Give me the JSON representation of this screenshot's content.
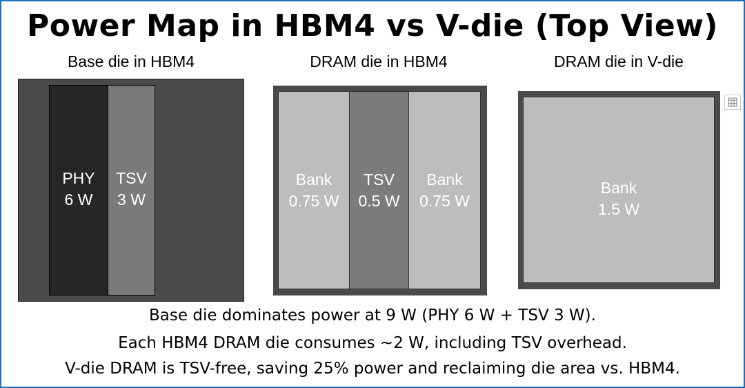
{
  "title": "Power Map in HBM4 vs V-die (Top View)",
  "panels": [
    {
      "label": "Base die in HBM4",
      "regions": [
        {
          "name": "PHY",
          "power": "6 W",
          "color": "#262626"
        },
        {
          "name": "TSV",
          "power": "3 W",
          "color": "#7a7a7a"
        }
      ],
      "body_color": "#4a4a4a"
    },
    {
      "label": "DRAM die in HBM4",
      "regions": [
        {
          "name": "Bank",
          "power": "0.75 W",
          "color": "#bdbdbd"
        },
        {
          "name": "TSV",
          "power": "0.5 W",
          "color": "#7c7c7c"
        },
        {
          "name": "Bank",
          "power": "0.75 W",
          "color": "#bdbdbd"
        }
      ],
      "frame_color": "#4a4a4a"
    },
    {
      "label": "DRAM die in V-die",
      "regions": [
        {
          "name": "Bank",
          "power": "1.5 W",
          "color": "#bdbdbd"
        }
      ],
      "frame_color": "#4a4a4a"
    }
  ],
  "captions": [
    "Base die dominates power at 9 W (PHY 6 W + TSV 3 W).",
    "Each HBM4 DRAM die consumes ~2 W, including TSV overhead.",
    "V-die DRAM is TSV-free, saving 25% power and reclaiming die area vs. HBM4."
  ],
  "accent_color": "#1f6fc0",
  "side_icon": "table-layout-icon"
}
